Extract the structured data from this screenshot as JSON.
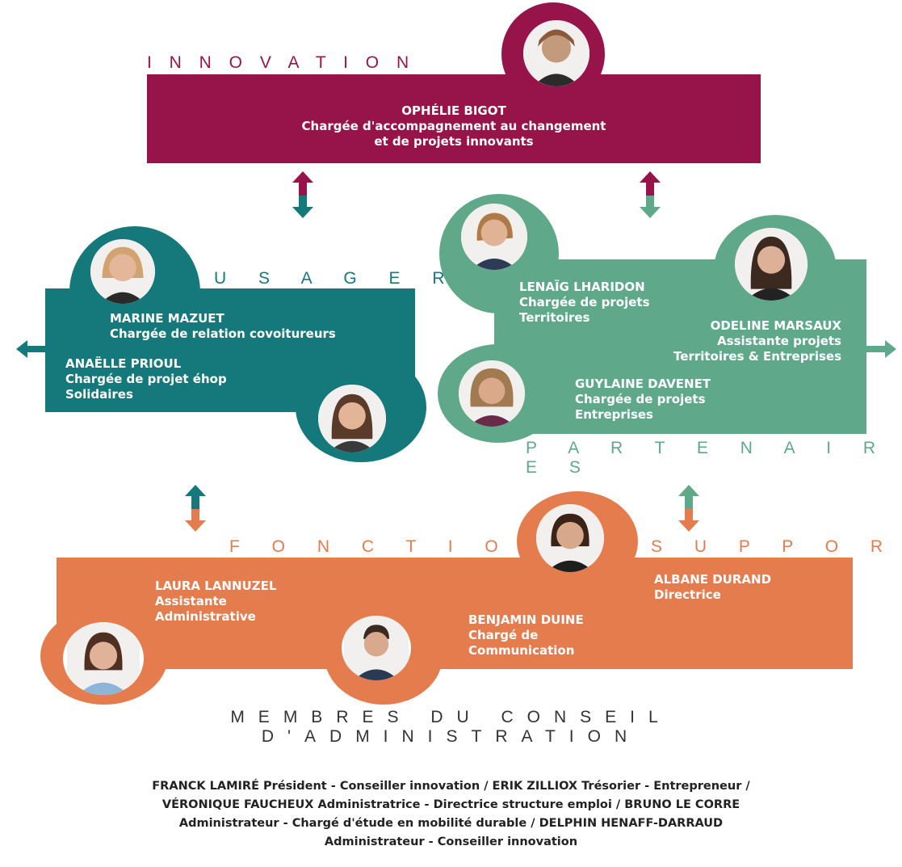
{
  "colors": {
    "innovation": "#97144a",
    "usagers": "#15797b",
    "partenaires": "#5fa98a",
    "fonctions": "#e57c4e"
  },
  "sections": {
    "innovation": "I N N O V A T I O N",
    "usagers": "U S A G E R S",
    "partenaires": "P A R T E N A I R E S",
    "fonctions": "F O N C T I O N S",
    "support": "S U P P O R T"
  },
  "people": {
    "ophelie": {
      "name": "OPHÉLIE BIGOT",
      "role1": "Chargée d'accompagnement au changement",
      "role2": "et de projets innovants"
    },
    "marine": {
      "name": "MARINE MAZUET",
      "role1": "Chargée de relation covoitureurs"
    },
    "anaelle": {
      "name": "ANAËLLE PRIOUL",
      "role1": "Chargée de projet éhop",
      "role2": "Solidaires"
    },
    "lenaig": {
      "name": "LENAÏG LHARIDON",
      "role1": "Chargée de projets",
      "role2": "Territoires"
    },
    "odeline": {
      "name": "ODELINE MARSAUX",
      "role1": "Assistante projets",
      "role2": "Territoires & Entreprises"
    },
    "guylaine": {
      "name": "GUYLAINE DAVENET",
      "role1": "Chargée de projets",
      "role2": "Entreprises"
    },
    "laura": {
      "name": "LAURA LANNUZEL",
      "role1": "Assistante",
      "role2": "Administrative"
    },
    "albane": {
      "name": "ALBANE DURAND",
      "role1": "Directrice"
    },
    "benjamin": {
      "name": "BENJAMIN DUINE",
      "role1": "Chargé de",
      "role2": "Communication"
    }
  },
  "board": {
    "title1": "MEMBRES DU CONSEIL",
    "title2": "D'ADMINISTRATION",
    "line1": "FRANCK LAMIRÉ Président - Conseiller innovation / ERIK ZILLIOX Trésorier - Entrepreneur /",
    "line2": "VÉRONIQUE FAUCHEUX Administratrice - Directrice structure emploi / BRUNO LE CORRE",
    "line3": "Administrateur - Chargé d'étude en mobilité durable / DELPHIN HENAFF-DARRAUD",
    "line4": "Administrateur - Conseiller innovation"
  },
  "icons": [
    "portrait-icon",
    "double-arrow-icon",
    "arrow-left-icon",
    "arrow-right-icon"
  ]
}
